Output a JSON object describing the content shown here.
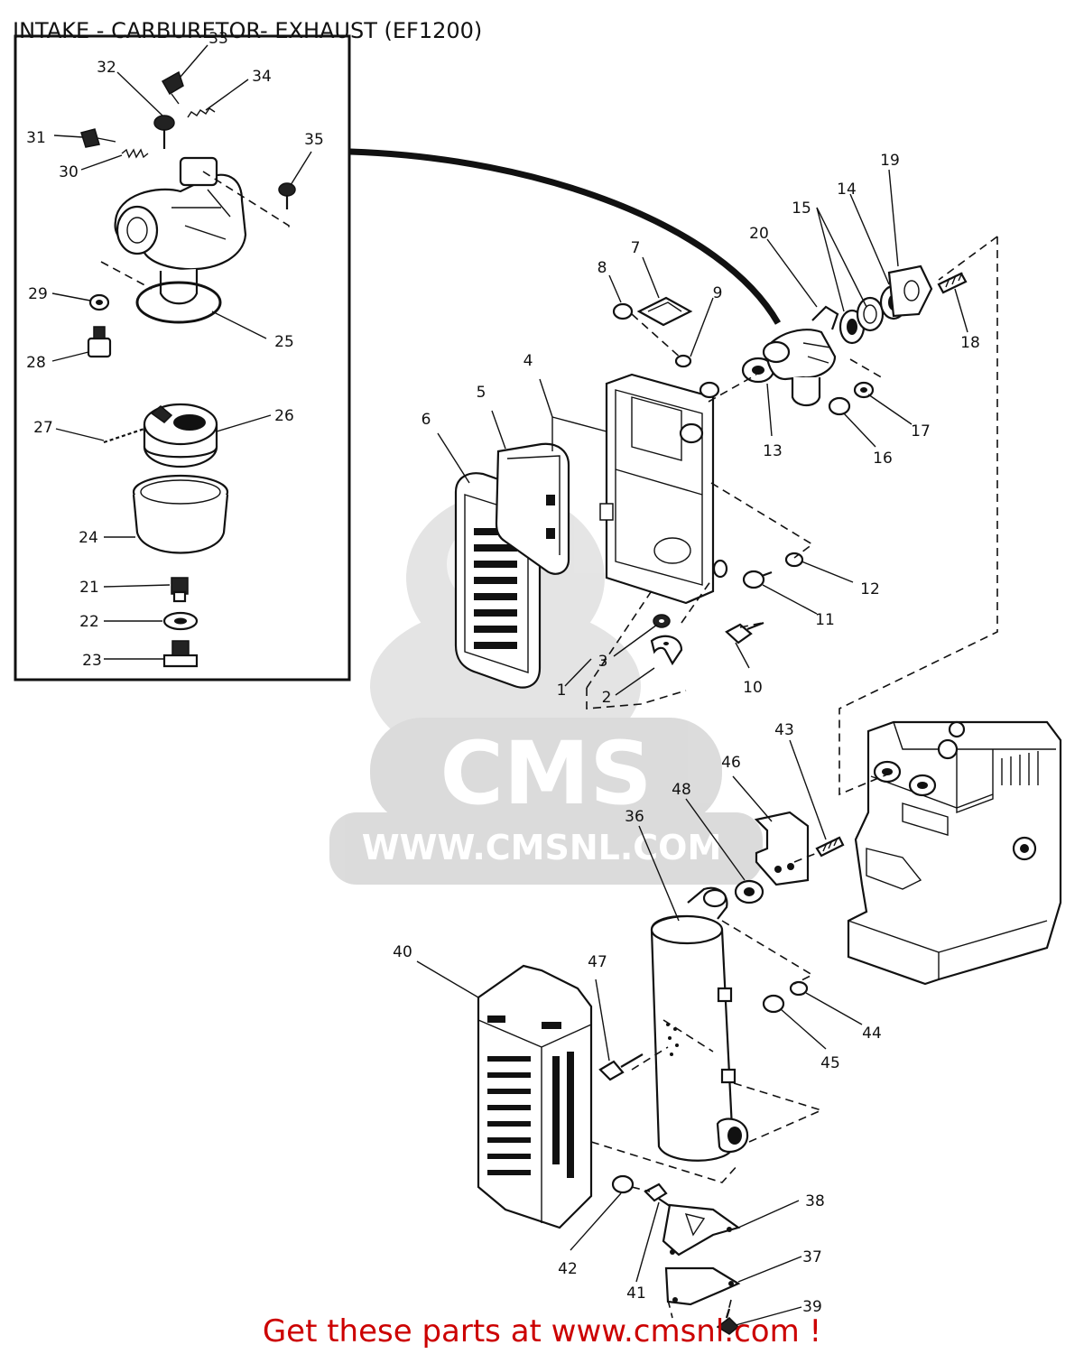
{
  "diagram": {
    "title": "INTAKE - CARBURETOR- EXHAUST (EF1200)",
    "footer": "Get these parts at www.cmsnl.com !",
    "watermark": {
      "logo_text": "CMS",
      "url_text": "WWW.CMSNL.COM"
    },
    "callouts": [
      "1",
      "2",
      "3",
      "4",
      "5",
      "6",
      "7",
      "8",
      "9",
      "10",
      "11",
      "12",
      "13",
      "14",
      "15",
      "16",
      "17",
      "18",
      "19",
      "20",
      "21",
      "22",
      "23",
      "24",
      "25",
      "26",
      "27",
      "28",
      "29",
      "30",
      "31",
      "32",
      "33",
      "34",
      "35",
      "36",
      "37",
      "38",
      "39",
      "40",
      "41",
      "42",
      "43",
      "44",
      "45",
      "46",
      "47",
      "48"
    ],
    "colors": {
      "ink": "#111111",
      "footer": "#cc0000",
      "watermark": "#d8d8d8"
    }
  }
}
